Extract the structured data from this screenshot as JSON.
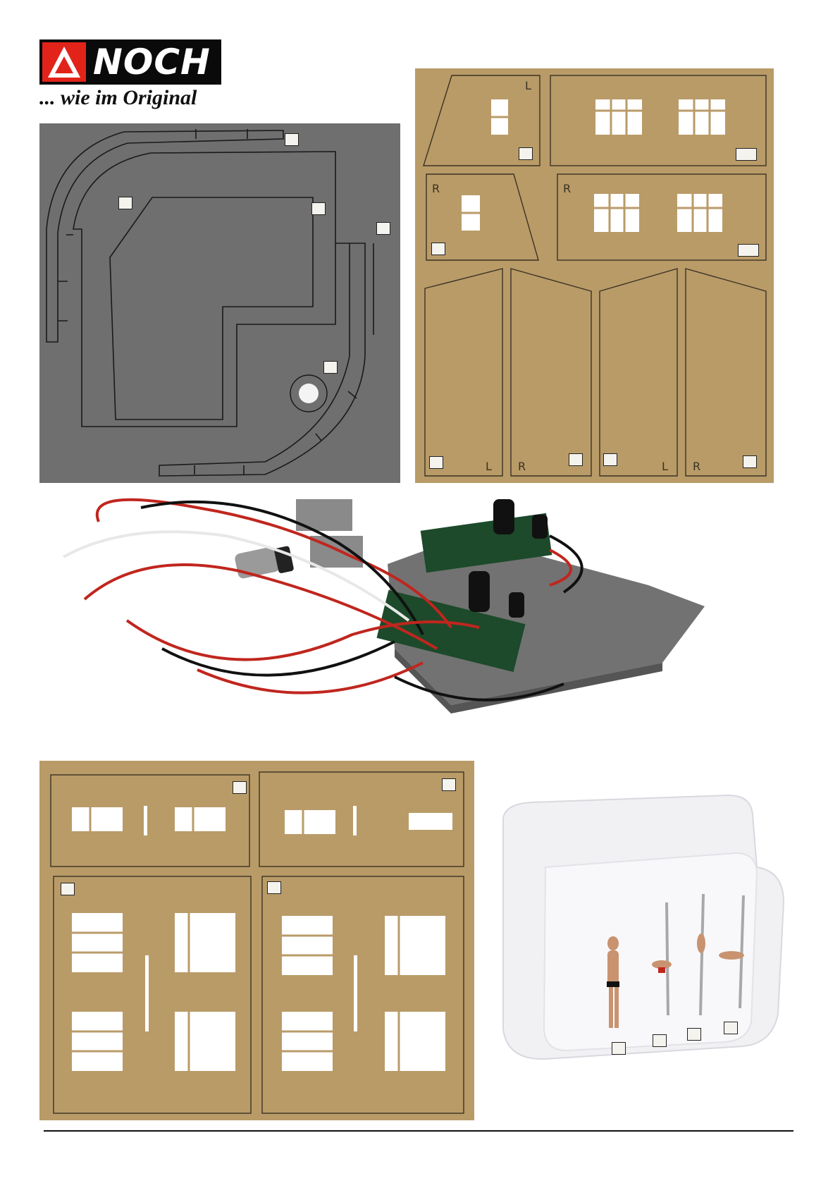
{
  "brand": {
    "logo_text": "NOCH",
    "slogan": "... wie im Original"
  },
  "colors": {
    "logo_red": "#e2231a",
    "logo_black": "#0a0a0a",
    "card_brown": "#b99b68",
    "base_gray": "#6f6f6f"
  },
  "panels": {
    "gray_base": "gray-base-plate",
    "card_top": "cardboard-walls-top",
    "electronics": "electronics-photo",
    "card_bottom": "cardboard-walls-bottom",
    "figures": "figures-blister-photo"
  },
  "wall_marks": {
    "l1": "L",
    "r1": "R",
    "r2": "R",
    "l2": "L",
    "l3": "L",
    "r3": "R",
    "r4": "R"
  }
}
